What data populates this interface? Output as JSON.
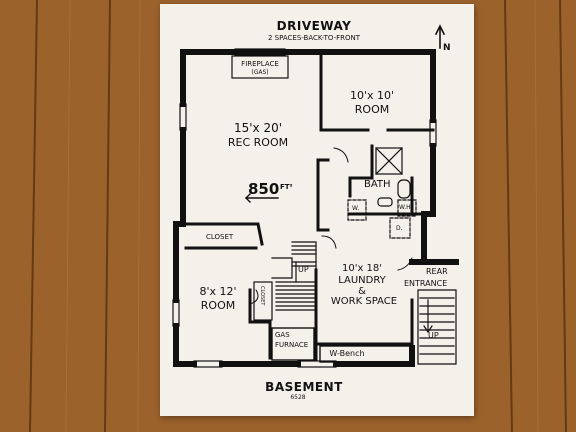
{
  "header": {
    "title": "DRIVEWAY",
    "subtitle": "2 SPACES-BACK-TO-FRONT",
    "north": "N"
  },
  "rooms": {
    "fireplace": "FIREPLACE",
    "fireplace_note": "(GAS)",
    "rec_room_size": "15'x 20'",
    "rec_room_name": "REC ROOM",
    "room_a_size": "10'x 10'",
    "room_a_name": "ROOM",
    "bath": "BATH",
    "washer": "W.",
    "water_heater": "W.H.",
    "dryer": "D.",
    "closet": "CLOSET",
    "closet_small": "CLOSET",
    "stair_up": "UP",
    "room_b_size": "8'x 12'",
    "room_b_name": "ROOM",
    "laundry_size": "10'x 18'",
    "laundry_name_1": "LAUNDRY",
    "laundry_amp": "&",
    "laundry_name_2": "WORK SPACE",
    "rear_1": "REAR",
    "rear_2": "ENTRANCE",
    "rear_up": "UP",
    "gas_furnace_1": "GAS",
    "gas_furnace_2": "FURNACE",
    "workbench": "W-Bench"
  },
  "area": {
    "value": "850",
    "unit": "FT²"
  },
  "footer": {
    "title": "BASEMENT",
    "code": "6528"
  }
}
